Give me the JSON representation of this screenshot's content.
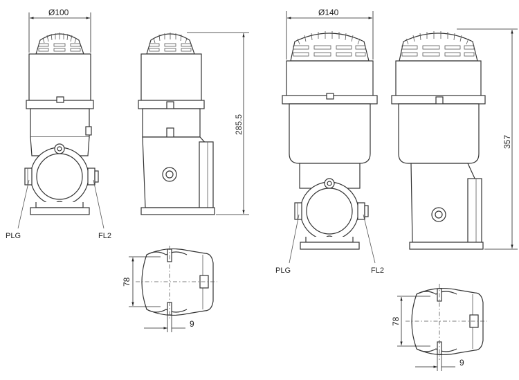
{
  "labels": {
    "small_diameter": "Ø100",
    "small_height": "285.5",
    "small_base_depth": "78",
    "small_base_hole": "9",
    "small_plug": "PLG",
    "small_fitting": "FL2",
    "large_diameter": "Ø140",
    "large_height": "357",
    "large_base_depth": "78",
    "large_base_hole": "9",
    "large_plug": "PLG",
    "large_fitting": "FL2"
  }
}
